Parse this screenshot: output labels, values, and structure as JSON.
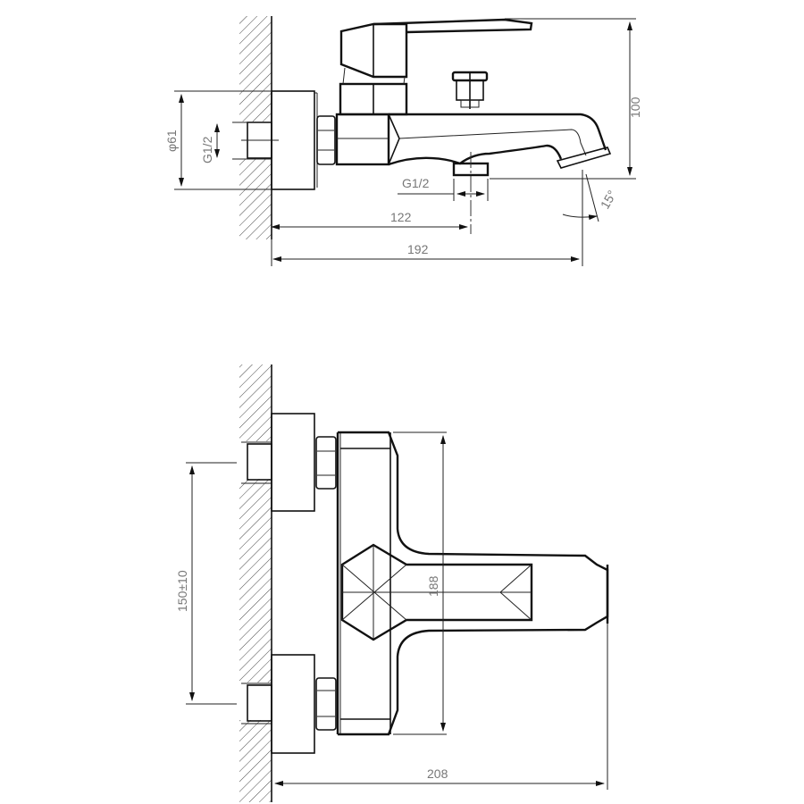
{
  "drawing": {
    "title": "Bath mixer technical drawing",
    "side_view": {
      "labels": {
        "diameter": "φ61",
        "inlet_thread": "G1/2",
        "outlet_thread": "G1/2",
        "height": "100",
        "outlet_position": "122",
        "depth": "192",
        "spout_angle": "15°"
      }
    },
    "top_view": {
      "labels": {
        "inlet_spacing": "150±10",
        "body_length": "188",
        "total_depth": "208"
      }
    }
  },
  "colors": {
    "line": "#111111",
    "dimension_text": "#777777",
    "background": "#ffffff"
  }
}
